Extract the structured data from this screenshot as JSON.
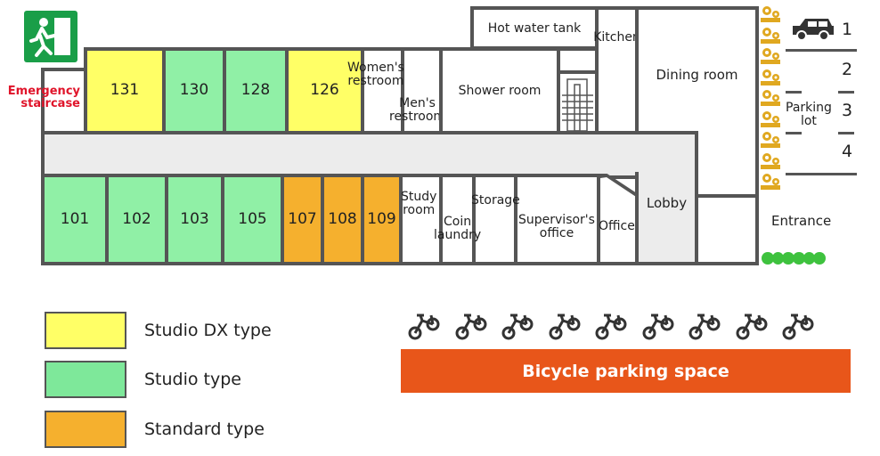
{
  "exit_sign": {
    "icon": "emergency-exit-icon",
    "color": "#1a9e48"
  },
  "emergency_staircase": "Emergency\nstaircase",
  "rooms_top": [
    "131",
    "130",
    "128",
    "126"
  ],
  "rooms_bottom": [
    "101",
    "102",
    "103",
    "105",
    "107",
    "108",
    "109"
  ],
  "facilities": {
    "womens": "Women's\nrestroom",
    "mens": "Men's\nrestroom",
    "shower": "Shower room",
    "hot_water": "Hot water tank",
    "kitchen": "Kitchen",
    "dining": "Dining room",
    "study": "Study\nroom",
    "laundry": "Coin\nlaundry",
    "storage": "Storage",
    "supervisor": "Supervisor's\noffice",
    "office": "Office",
    "lobby": "Lobby",
    "entrance": "Entrance"
  },
  "parking": {
    "label": "Parking\nlot",
    "spaces": [
      "1",
      "2",
      "3",
      "4"
    ]
  },
  "legend": [
    {
      "label": "Studio DX type",
      "color": "#ffff66"
    },
    {
      "label": "Studio type",
      "color": "#7ee89a"
    },
    {
      "label": "Standard type",
      "color": "#f5b02e"
    }
  ],
  "bicycle_parking": {
    "label": "Bicycle parking space",
    "color": "#e8561a",
    "count": 9
  }
}
